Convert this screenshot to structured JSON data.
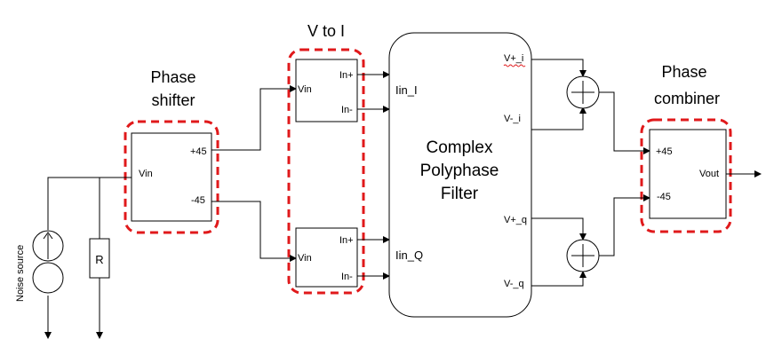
{
  "labels": {
    "phase_shifter": [
      "Phase",
      "shifter"
    ],
    "v_to_i": "V to I",
    "phase_combiner": [
      "Phase",
      "combiner"
    ],
    "filter": [
      "Complex",
      "Polyphase",
      "Filter"
    ],
    "noise_source": "Noise source",
    "resistor": "R"
  },
  "phase_shifter_pins": {
    "input": "Vin",
    "out_pos": "+45",
    "out_neg": "-45"
  },
  "v2i_top_pins": {
    "input": "Vin",
    "out_pos": "In+",
    "out_neg": "In-"
  },
  "v2i_bot_pins": {
    "input": "Vin",
    "out_pos": "In+",
    "out_neg": "In-"
  },
  "filter_ports": {
    "in_i": "Iin_I",
    "in_q": "Iin_Q",
    "vpos_i": "V+_i",
    "vneg_i": "V-_i",
    "vpos_q": "V+_q",
    "vneg_q": "V-_q"
  },
  "combiner_pins": {
    "in_pos": "+45",
    "in_neg": "-45",
    "output": "Vout"
  },
  "colors": {
    "highlight": "#e0191b",
    "line": "#000000"
  }
}
